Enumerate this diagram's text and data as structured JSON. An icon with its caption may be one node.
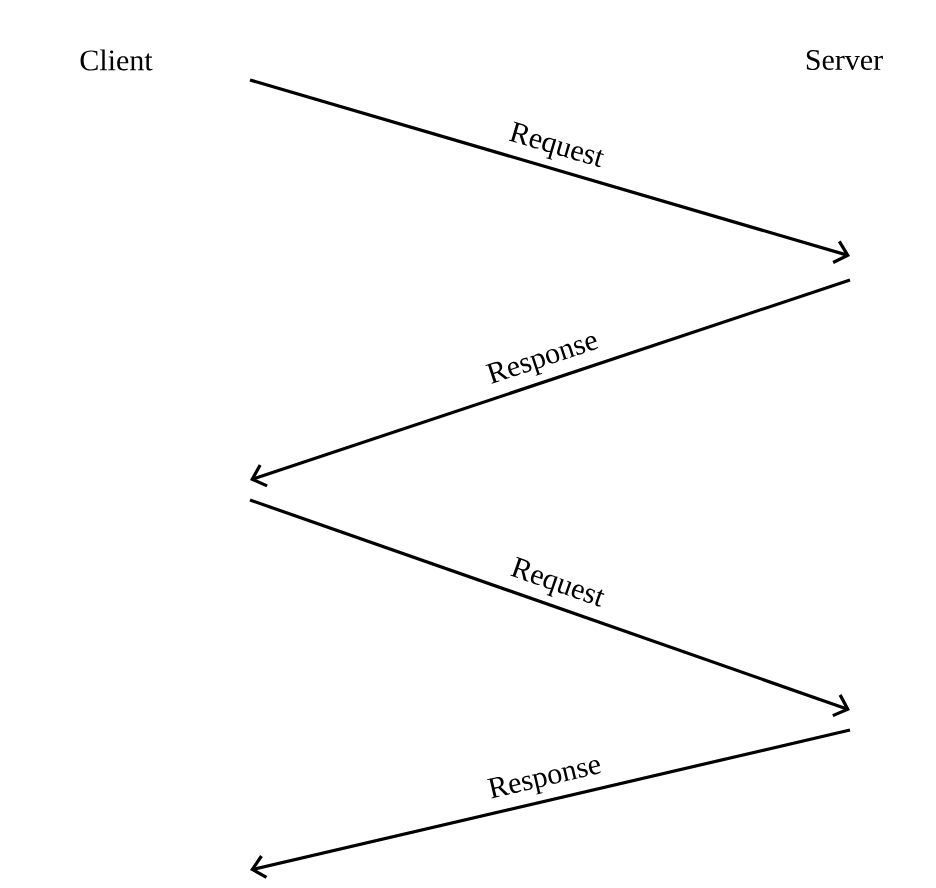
{
  "diagram": {
    "labels": [
      "Client",
      "Server",
      "Request",
      "Response",
      "Request",
      "Response"
    ]
  }
}
